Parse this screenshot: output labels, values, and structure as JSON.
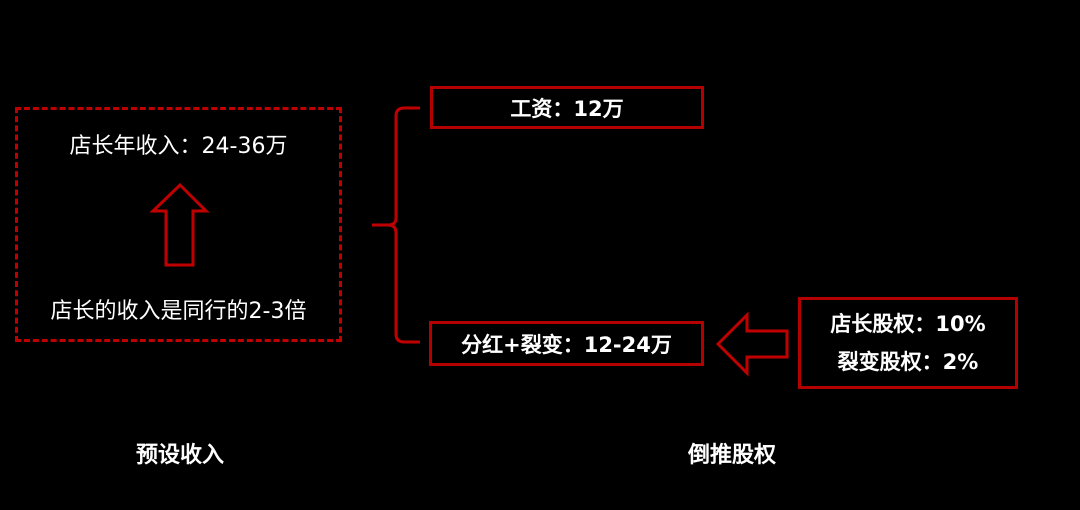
{
  "left_box": {
    "top_text": "店长年收入：24-36万",
    "bottom_text": "店长的收入是同行的2-3倍"
  },
  "salary_box": "工资：12万",
  "dividend_box": "分红+裂变：12-24万",
  "equity_box": {
    "line1": "店长股权：10%",
    "line2": "裂变股权：2%"
  },
  "labels": {
    "left": "预设收入",
    "right": "倒推股权"
  },
  "colors": {
    "accent": "#c00000",
    "background": "#000000"
  }
}
